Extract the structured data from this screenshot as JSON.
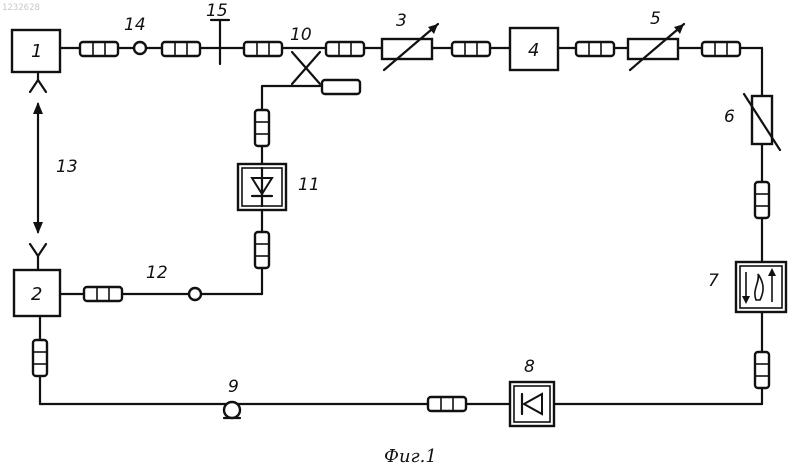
{
  "corner_mark": "1232628",
  "caption": "Фиг.1",
  "blocks": {
    "b1": "1",
    "b2": "2",
    "b4": "4"
  },
  "labels": {
    "l3": "3",
    "l5": "5",
    "l6": "6",
    "l7": "7",
    "l8": "8",
    "l9": "9",
    "l10": "10",
    "l11": "11",
    "l12": "12",
    "l13": "13",
    "l14": "14",
    "l15": "15"
  }
}
